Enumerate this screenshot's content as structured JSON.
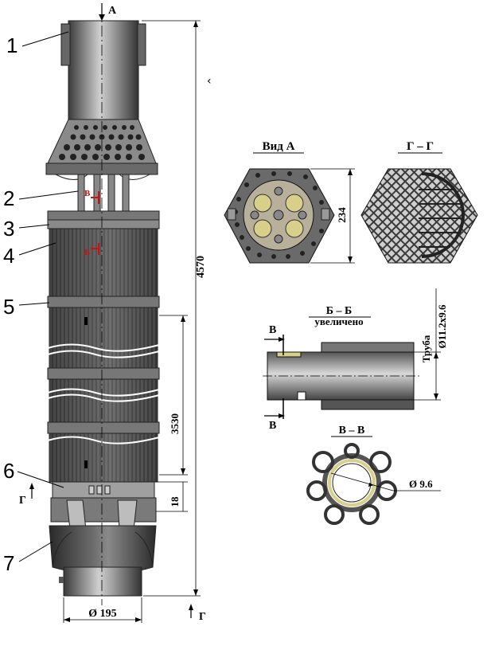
{
  "callouts": [
    "1",
    "2",
    "3",
    "4",
    "5",
    "6",
    "7"
  ],
  "markers": {
    "view_a": "А",
    "section_v": "В",
    "section_b": "Б",
    "section_g": "Г"
  },
  "dimensions": {
    "overall_length": "4570",
    "fuel_length": "3530",
    "bottom_gap": "18",
    "diameter": "Ø 195"
  },
  "views": {
    "view_a": {
      "title": "Вид А",
      "dimension": "234"
    },
    "section_gg": {
      "title": "Г – Г"
    },
    "section_bb": {
      "title": "Б – Б",
      "subtitle": "увеличено",
      "tube_label": "Труба",
      "tube_size": "Ø11.2х9.6"
    },
    "section_vv": {
      "title": "В – В",
      "diameter": "Ø 9.6"
    }
  },
  "colors": {
    "steel_dark": "#3a3a3a",
    "steel_mid": "#7a7a7a",
    "steel_light": "#c8c8c8",
    "marker_red": "#d01010",
    "fuel_yellow": "#d8d08a"
  }
}
